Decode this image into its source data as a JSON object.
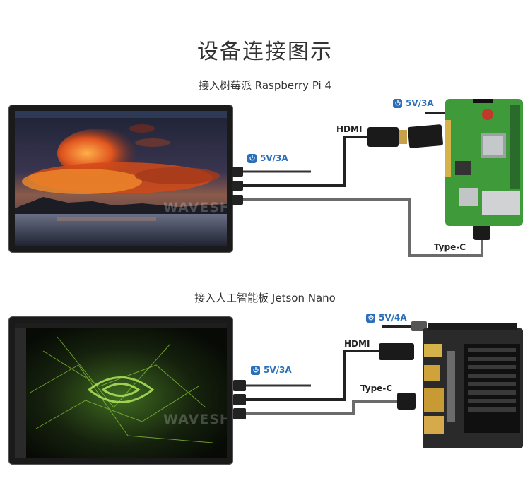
{
  "title": "设备连接图示",
  "sections": {
    "raspberry": {
      "heading": "接入树莓派 Raspberry Pi 4",
      "power_board": "5V/3A",
      "power_monitor": "5V/3A",
      "hdmi": "HDMI",
      "typec": "Type-C",
      "watermark": "WAVESHARE"
    },
    "jetson": {
      "heading": "接入人工智能板 Jetson Nano",
      "power_board": "5V/4A",
      "power_monitor": "5V/3A",
      "hdmi": "HDMI",
      "typec": "Type-C",
      "watermark": "WAVESHARE"
    }
  },
  "colors": {
    "power_accent": "#2b6fb8",
    "cable_gray": "#6b6b6b",
    "cable_black": "#222222",
    "pi_board": "#3f9a3a",
    "jetson_board": "#2a2a2a"
  },
  "icons": [
    "power-icon",
    "raspberry-logo-icon"
  ]
}
